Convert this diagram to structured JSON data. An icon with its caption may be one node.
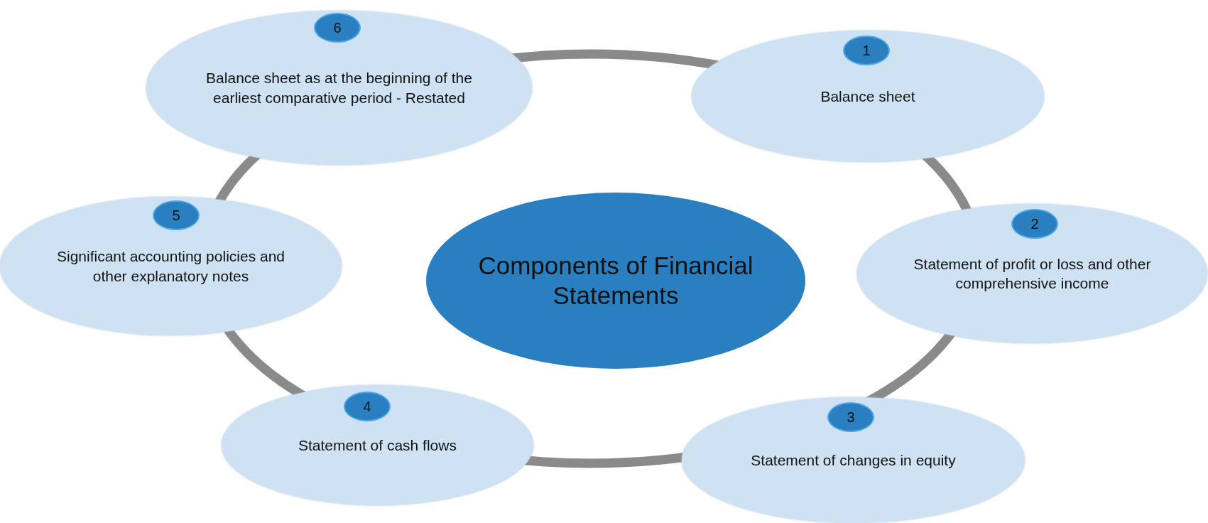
{
  "diagram": {
    "nodes": [
      {
        "text": [
          "Balance sheet as at the beginning of the earliest comparative period - Restated"
        ]
      },
      {
        "text": [
          "6"
        ],
        "in": 0
      },
      {
        "text": [
          "Balance sheet"
        ]
      },
      {
        "text": [
          "1"
        ],
        "in": 2
      },
      {
        "text": [
          "Significant accounting policies and other explanatory notes"
        ]
      },
      {
        "text": [
          "5"
        ],
        "in": 4
      },
      {
        "text": [
          "Statement of profit or loss and other comprehensive income"
        ]
      },
      {
        "text": [
          "2"
        ],
        "in": 6
      },
      {
        "text": [
          "Components of Financial Statements"
        ]
      },
      {
        "text": [
          "Statement of cash flows"
        ]
      },
      {
        "text": [
          "4"
        ],
        "in": 9
      },
      {
        "text": [
          "Statement of changes in equity"
        ]
      },
      {
        "text": [
          "3"
        ],
        "in": 11
      }
    ],
    "edges": []
  }
}
